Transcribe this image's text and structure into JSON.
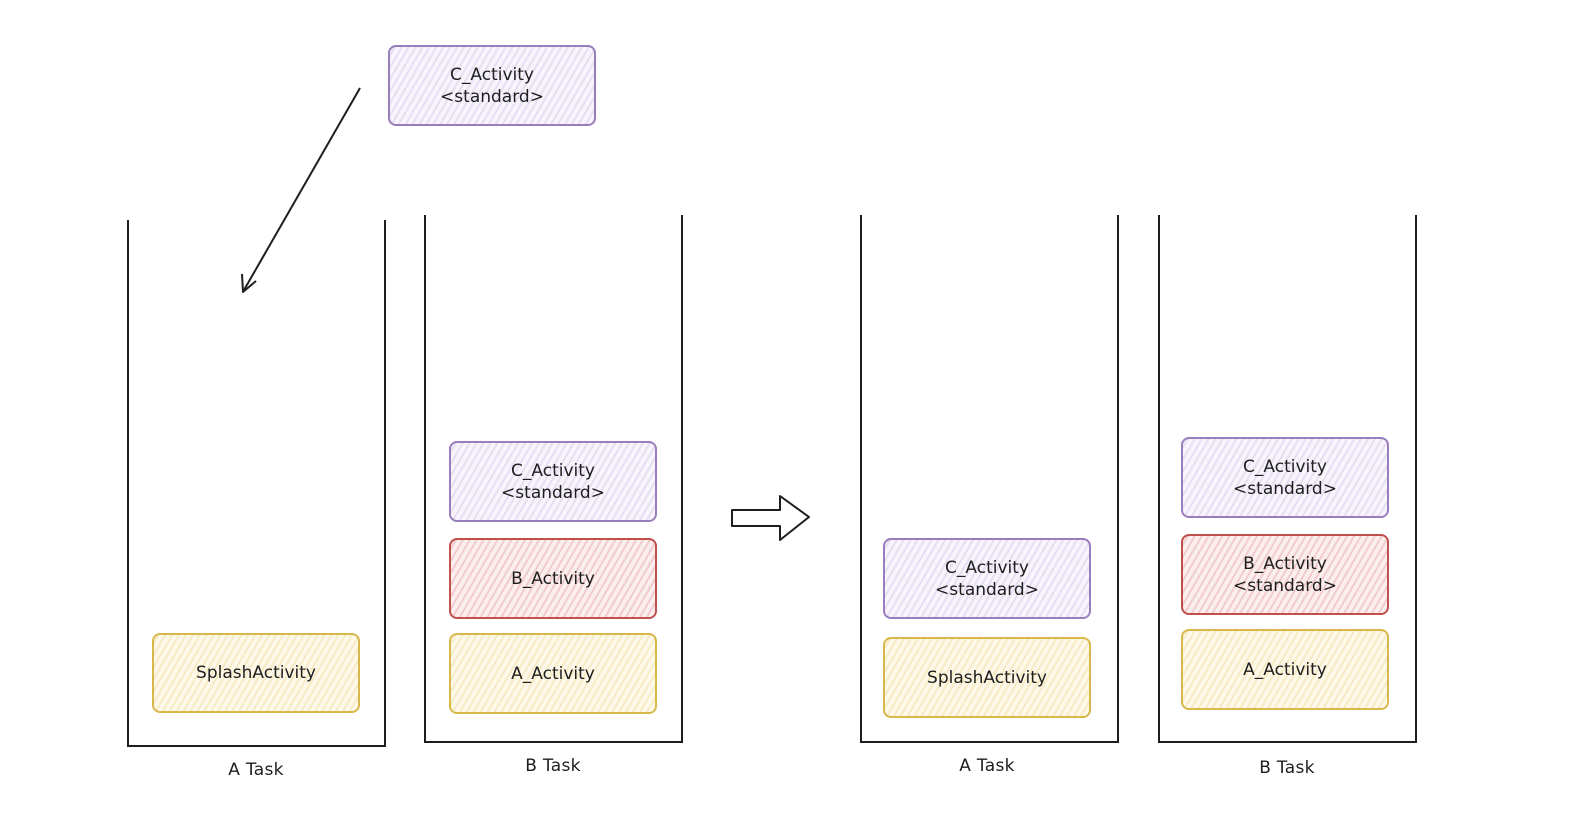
{
  "incoming": {
    "name": "C_Activity",
    "mode": "<standard>"
  },
  "before": {
    "task_a": {
      "label": "A Task",
      "stack": [
        {
          "name": "SplashActivity"
        }
      ]
    },
    "task_b": {
      "label": "B Task",
      "stack": [
        {
          "name": "C_Activity",
          "mode": "<standard>"
        },
        {
          "name": "B_Activity"
        },
        {
          "name": "A_Activity"
        }
      ]
    }
  },
  "after": {
    "task_a": {
      "label": "A Task",
      "stack": [
        {
          "name": "C_Activity",
          "mode": "<standard>"
        },
        {
          "name": "SplashActivity"
        }
      ]
    },
    "task_b": {
      "label": "B Task",
      "stack": [
        {
          "name": "C_Activity",
          "mode": "<standard>"
        },
        {
          "name": "B_Activity",
          "mode": "<standard>"
        },
        {
          "name": "A_Activity"
        }
      ]
    }
  },
  "colors": {
    "purple": "#9a7dbd",
    "red": "#c0504d",
    "yellow": "#d9b84a",
    "ink": "#1e1e1e"
  }
}
